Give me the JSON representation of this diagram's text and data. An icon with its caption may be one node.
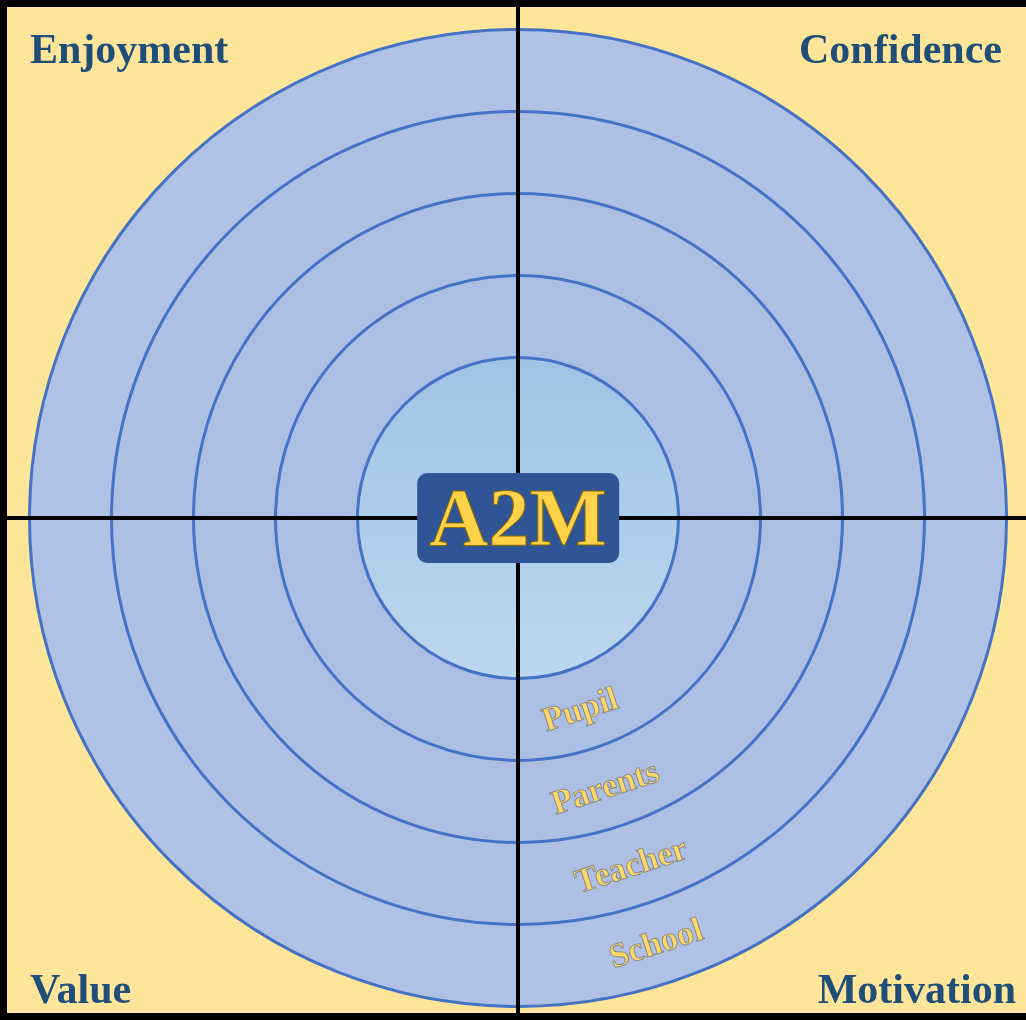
{
  "diagram": {
    "nodes": [
      {
        "text": [
          "School"
        ]
      },
      {
        "text": [
          "Teacher"
        ],
        "in": 0
      },
      {
        "text": [
          "Parents"
        ],
        "in": 1
      },
      {
        "text": [
          "Pupil"
        ],
        "in": 2
      },
      {
        "text": [
          "A2M"
        ],
        "in": 3
      }
    ],
    "labels": [
      "Enjoyment",
      "Confidence",
      "Value",
      "Motivation"
    ]
  }
}
